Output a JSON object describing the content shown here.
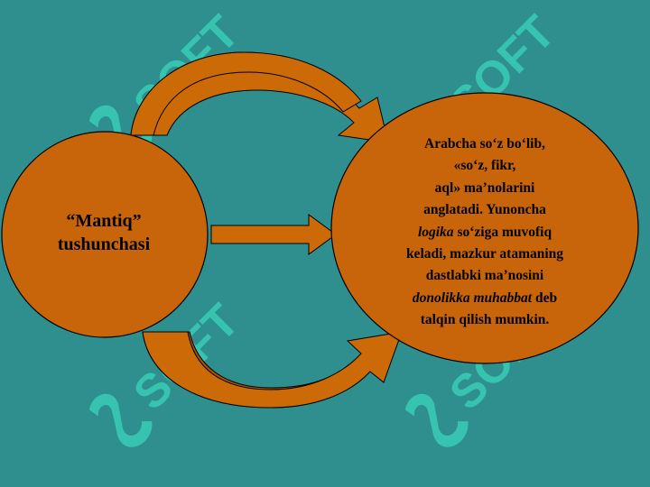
{
  "colors": {
    "background": "#2f8f8f",
    "node_fill": "#c8650a",
    "arrow_fill": "#cc6a08",
    "arrow_shadow": "#a3520a",
    "watermark": "#38c9b3"
  },
  "watermark": {
    "text": "SOFT"
  },
  "left_node": {
    "line1": "“Mantiq”",
    "line2": "tushunchasi"
  },
  "right_node": {
    "lines": [
      "Arabcha so‘z bo‘lib,",
      "«so‘z, fikr,",
      "aql»  ma’nolarini",
      "anglatadi. Yunoncha",
      {
        "italic": "logika",
        "rest": " so‘ziga muvofiq"
      },
      "keladi, mazkur atamaning",
      "dastlabki ma’nosini",
      {
        "italic": "donolikka muhabbat",
        "rest": " deb"
      },
      "talqin qilish mumkin."
    ]
  }
}
